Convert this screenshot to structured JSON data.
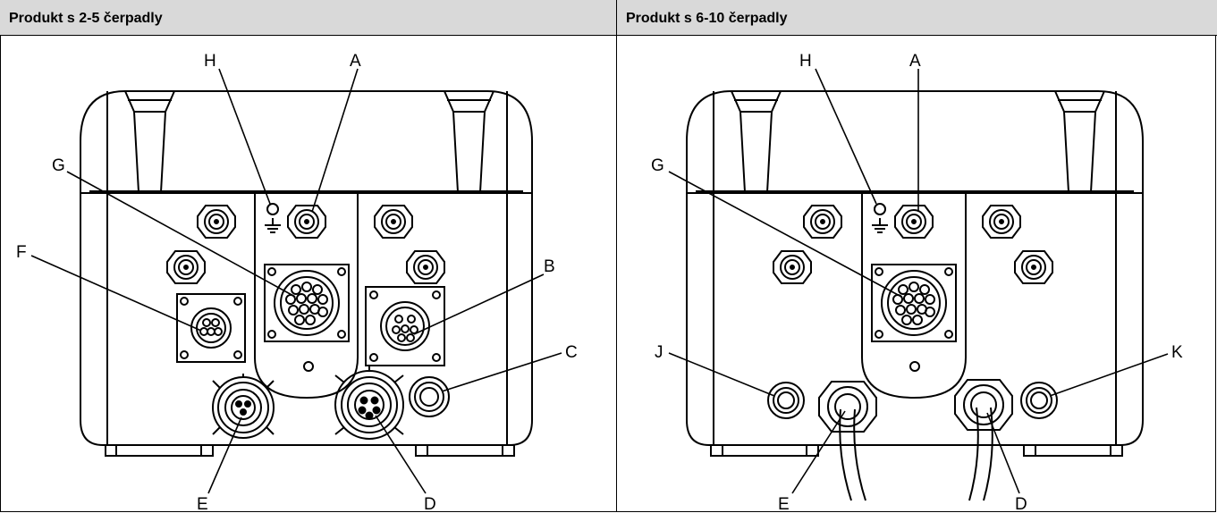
{
  "panels": [
    {
      "title": "Produkt s 2-5 čerpadly",
      "callouts": {
        "H": "H",
        "A": "A",
        "G": "G",
        "F": "F",
        "B": "B",
        "C": "C",
        "E": "E",
        "D": "D"
      }
    },
    {
      "title": "Produkt s 6-10 čerpadly",
      "callouts": {
        "H": "H",
        "A": "A",
        "G": "G",
        "J": "J",
        "K": "K",
        "E": "E",
        "D": "D"
      }
    }
  ]
}
